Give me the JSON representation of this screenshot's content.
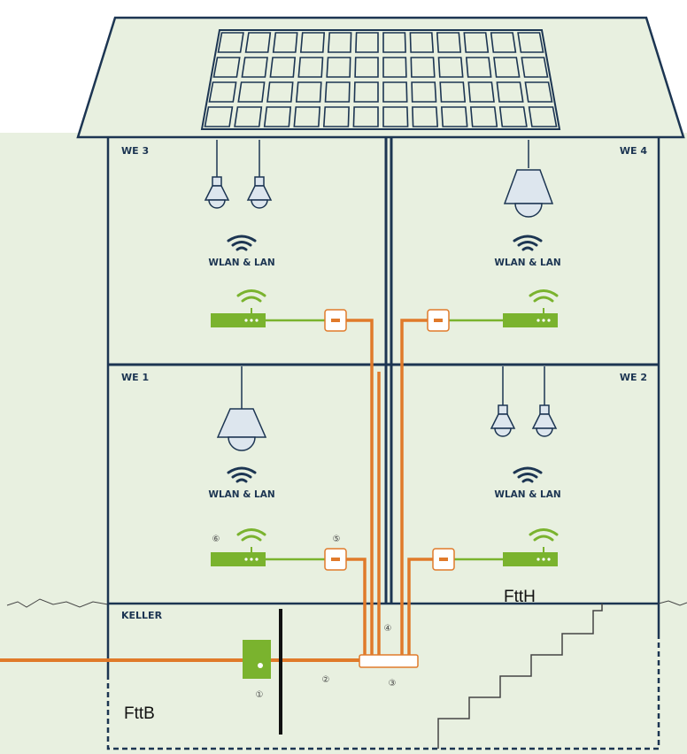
{
  "units": {
    "we3": "WE 3",
    "we4": "WE 4",
    "we1": "WE 1",
    "we2": "WE 2",
    "keller": "KELLER"
  },
  "wlan_label": "WLAN & LAN",
  "labels": {
    "ftth": "FttH",
    "fttb": "FttB"
  },
  "markers": {
    "m1": "①",
    "m2": "②",
    "m3": "③",
    "m4": "④",
    "m5": "⑤",
    "m6": "⑥"
  },
  "colors": {
    "background": "#e8f0e0",
    "wall": "#1c3552",
    "fiber": "#e07a2a",
    "lan": "#7ab32e",
    "router": "#7ab32e",
    "outlet_border": "#e07a2a",
    "sky": "#ffffff"
  },
  "icons": [
    "solar-panel-icon",
    "ceiling-lamp-icon",
    "wifi-icon",
    "router-icon",
    "fiber-outlet-icon",
    "stairs-icon",
    "building-entry-box-icon"
  ]
}
